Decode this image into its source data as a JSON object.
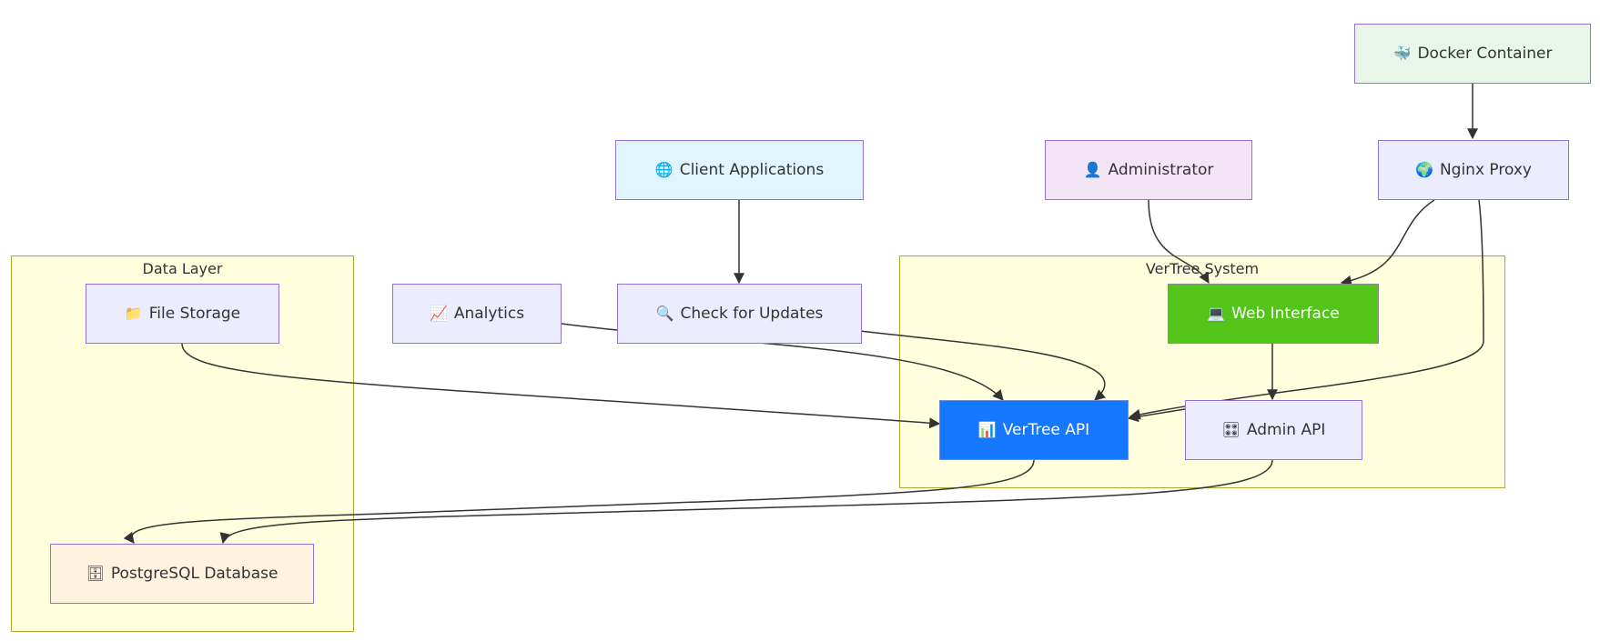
{
  "clusters": {
    "data_layer": "Data Layer",
    "vertree_system": "VerTree System"
  },
  "nodes": {
    "docker": {
      "label": "Docker Container",
      "icon": "whale-icon",
      "glyph": "🐳"
    },
    "client": {
      "label": "Client Applications",
      "icon": "globe-icon",
      "glyph": "🌐"
    },
    "admin": {
      "label": "Administrator",
      "icon": "person-icon",
      "glyph": "👤"
    },
    "nginx": {
      "label": "Nginx Proxy",
      "icon": "earth-icon",
      "glyph": "🌍"
    },
    "storage": {
      "label": "File Storage",
      "icon": "folder-icon",
      "glyph": "📁"
    },
    "analytics": {
      "label": "Analytics",
      "icon": "chart-increasing-icon",
      "glyph": "📈"
    },
    "updates": {
      "label": "Check for Updates",
      "icon": "magnifier-icon",
      "glyph": "🔍"
    },
    "web": {
      "label": "Web Interface",
      "icon": "laptop-icon",
      "glyph": "💻"
    },
    "api": {
      "label": "VerTree API",
      "icon": "bar-chart-icon",
      "glyph": "📊"
    },
    "adminapi": {
      "label": "Admin API",
      "icon": "control-knobs-icon",
      "glyph": "🎛"
    },
    "db": {
      "label": "PostgreSQL Database",
      "icon": "cabinet-icon",
      "glyph": "🗄"
    }
  },
  "colors": {
    "cluster_fill": "#ffffde",
    "cluster_border": "#aaaa33",
    "node_default": "#ececff",
    "node_border": "#9370db",
    "docker_fill": "#e8f5e9",
    "client_fill": "#e1f5fe",
    "admin_fill": "#f3e5f5",
    "db_fill": "#fff3e0",
    "web_fill": "#52c41a",
    "api_fill": "#1677ff",
    "edge": "#333333"
  },
  "edges": [
    {
      "from": "docker",
      "to": "nginx"
    },
    {
      "from": "client",
      "to": "updates"
    },
    {
      "from": "admin",
      "to": "web"
    },
    {
      "from": "nginx",
      "to": "web"
    },
    {
      "from": "nginx",
      "to": "api"
    },
    {
      "from": "web",
      "to": "adminapi"
    },
    {
      "from": "storage",
      "to": "api"
    },
    {
      "from": "analytics",
      "to": "api"
    },
    {
      "from": "updates",
      "to": "api"
    },
    {
      "from": "adminapi",
      "to": "api"
    },
    {
      "from": "api",
      "to": "db"
    },
    {
      "from": "adminapi",
      "to": "db"
    }
  ]
}
